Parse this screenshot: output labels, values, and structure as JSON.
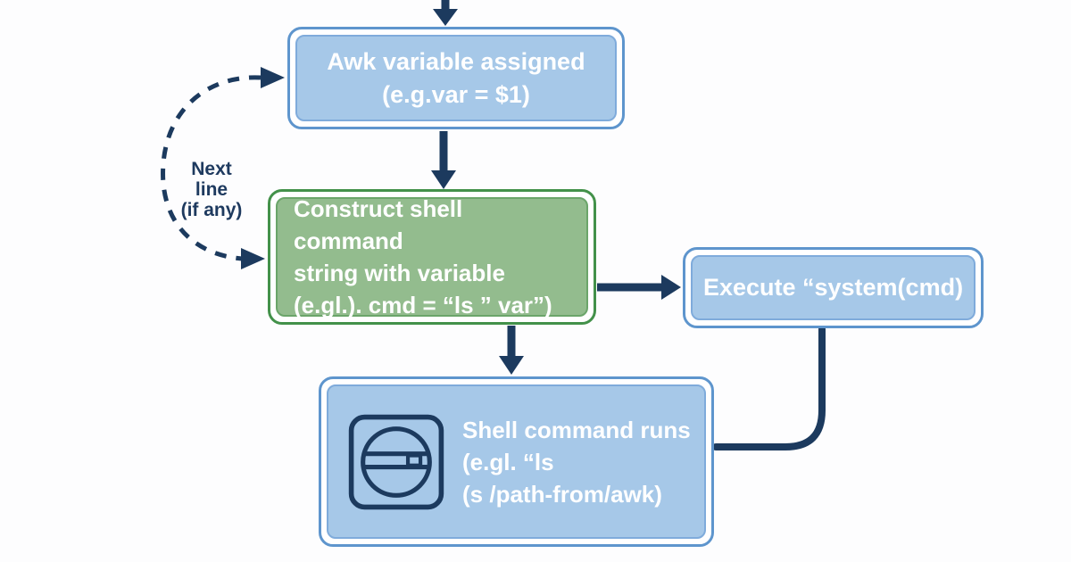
{
  "diagram": {
    "type": "flowchart",
    "background_color": "#fdfdfe",
    "colors": {
      "arrow_navy": "#1c3a5e",
      "blue_node_border": "#5e95cd",
      "blue_node_fill": "#a6c8e8",
      "green_node_border": "#43914a",
      "green_node_fill": "#93bc8e",
      "node_text": "#ffffff",
      "label_text": "#1e3a5f"
    },
    "nodes": {
      "awk_variable": {
        "shape": "rounded-rect-double-border",
        "color": "blue",
        "lines": [
          "Awk variable assigned",
          "(e.g.var = $1)"
        ]
      },
      "construct": {
        "shape": "rounded-rect-double-border",
        "color": "green",
        "lines": [
          "Construct shell command",
          "string with variable",
          "(e.gl.). cmd = “ls ” var”)"
        ]
      },
      "execute": {
        "shape": "rounded-rect-double-border",
        "color": "blue",
        "lines": [
          "Execute “system(cmd)"
        ]
      },
      "shell_runs": {
        "shape": "rounded-rect-double-border",
        "color": "blue",
        "icon": "terminal-icon",
        "lines": [
          "Shell command runs",
          "(e.gl. “ls",
          "(s /path-from/awk)"
        ]
      }
    },
    "loop_label": {
      "lines": [
        "Next",
        "line",
        "(if any)"
      ]
    },
    "edges": [
      {
        "from": "offscreen-top",
        "to": "awk_variable",
        "style": "solid-arrow"
      },
      {
        "from": "awk_variable",
        "to": "construct",
        "style": "solid-arrow"
      },
      {
        "from": "construct",
        "to": "execute",
        "style": "solid-arrow"
      },
      {
        "from": "construct",
        "to": "shell_runs",
        "style": "solid-arrow"
      },
      {
        "from": "execute",
        "to": "shell_runs",
        "style": "solid-elbow"
      },
      {
        "from": "construct",
        "to": "awk_variable",
        "style": "dashed-arc",
        "label": "Next line (if any)"
      }
    ]
  }
}
